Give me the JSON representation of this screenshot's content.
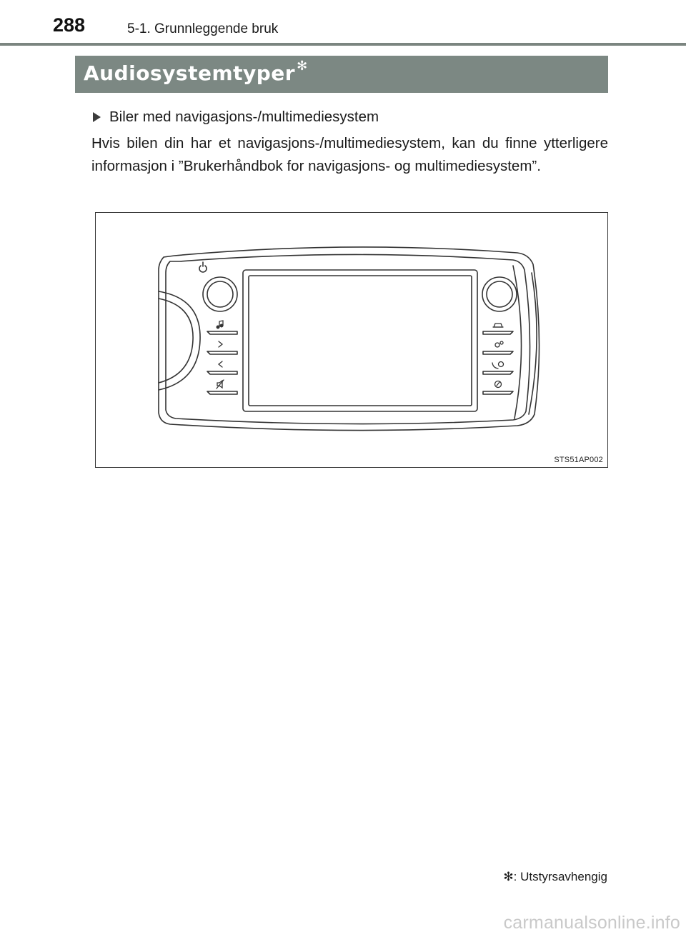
{
  "header": {
    "page_number": "288",
    "section": "5-1. Grunnleggende bruk"
  },
  "title": {
    "text": "Audiosystemtyper",
    "marker": "✻"
  },
  "bullet": {
    "text": "Biler med navigasjons-/multimediesystem"
  },
  "body": {
    "paragraph": "Hvis bilen din har et navigasjons-/multimediesystem, kan du finne ytterligere informasjon i ”Brukerhåndbok for navigasjons- og multime­diesystem”."
  },
  "figure": {
    "code": "STS51AP002",
    "left_buttons": [
      "music-note-icon",
      "chevron-right-icon",
      "chevron-left-icon",
      "mute-icon"
    ],
    "right_buttons": [
      "car-icon",
      "settings-icon",
      "phone-icon",
      "navigation-icon"
    ]
  },
  "footnote": {
    "text": "✻: Utstyrsavhengig"
  },
  "watermark": {
    "text": "carmanualsonline.info"
  },
  "colors": {
    "title_bar": "#7c8883",
    "header_rule": "#7b8580",
    "watermark": "#c9c9c9"
  }
}
